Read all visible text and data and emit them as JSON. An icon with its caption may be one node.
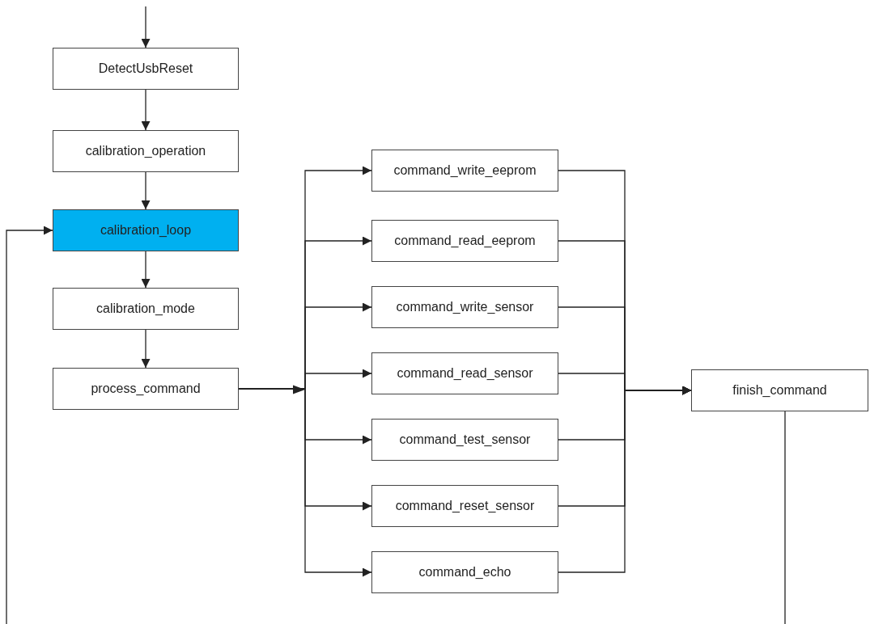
{
  "diagram": {
    "nodes": [
      {
        "text": [
          "DetectUsbReset"
        ]
      },
      {
        "text": [
          "calibration_operation"
        ]
      },
      {
        "text": [
          "calibration_loop"
        ]
      },
      {
        "text": [
          "calibration_mode"
        ]
      },
      {
        "text": [
          "process_command"
        ]
      },
      {
        "text": [
          "command_write_eeprom"
        ]
      },
      {
        "text": [
          "command_read_eeprom"
        ]
      },
      {
        "text": [
          "command_write_sensor"
        ]
      },
      {
        "text": [
          "command_read_sensor"
        ]
      },
      {
        "text": [
          "command_test_sensor"
        ]
      },
      {
        "text": [
          "command_reset_sensor"
        ]
      },
      {
        "text": [
          "command_echo"
        ]
      },
      {
        "text": [
          "finish_command"
        ]
      }
    ],
    "edges": [
      {
        "from": null,
        "to": 0,
        "arrow": "to"
      },
      {
        "from": 0,
        "to": 1,
        "arrow": "to"
      },
      {
        "from": 1,
        "to": 2,
        "arrow": "to"
      },
      {
        "from": 2,
        "to": 3,
        "arrow": "to"
      },
      {
        "from": 3,
        "to": 4,
        "arrow": "to"
      },
      {
        "from": 4,
        "to": 5,
        "arrow": "to"
      },
      {
        "from": 4,
        "to": 6,
        "arrow": "to"
      },
      {
        "from": 4,
        "to": 7,
        "arrow": "to"
      },
      {
        "from": 4,
        "to": 8,
        "arrow": "to"
      },
      {
        "from": 4,
        "to": 9,
        "arrow": "to"
      },
      {
        "from": 4,
        "to": 10,
        "arrow": "to"
      },
      {
        "from": 4,
        "to": 11,
        "arrow": "to"
      },
      {
        "from": 5,
        "to": 12,
        "arrow": "to"
      },
      {
        "from": 6,
        "to": 12,
        "arrow": "to"
      },
      {
        "from": 7,
        "to": 12,
        "arrow": "to"
      },
      {
        "from": 8,
        "to": 12,
        "arrow": "to"
      },
      {
        "from": 9,
        "to": 12,
        "arrow": "to"
      },
      {
        "from": 10,
        "to": 12,
        "arrow": "to"
      },
      {
        "from": 11,
        "to": 12,
        "arrow": "to"
      },
      {
        "from": 12,
        "to": 2,
        "arrow": "to"
      }
    ]
  }
}
